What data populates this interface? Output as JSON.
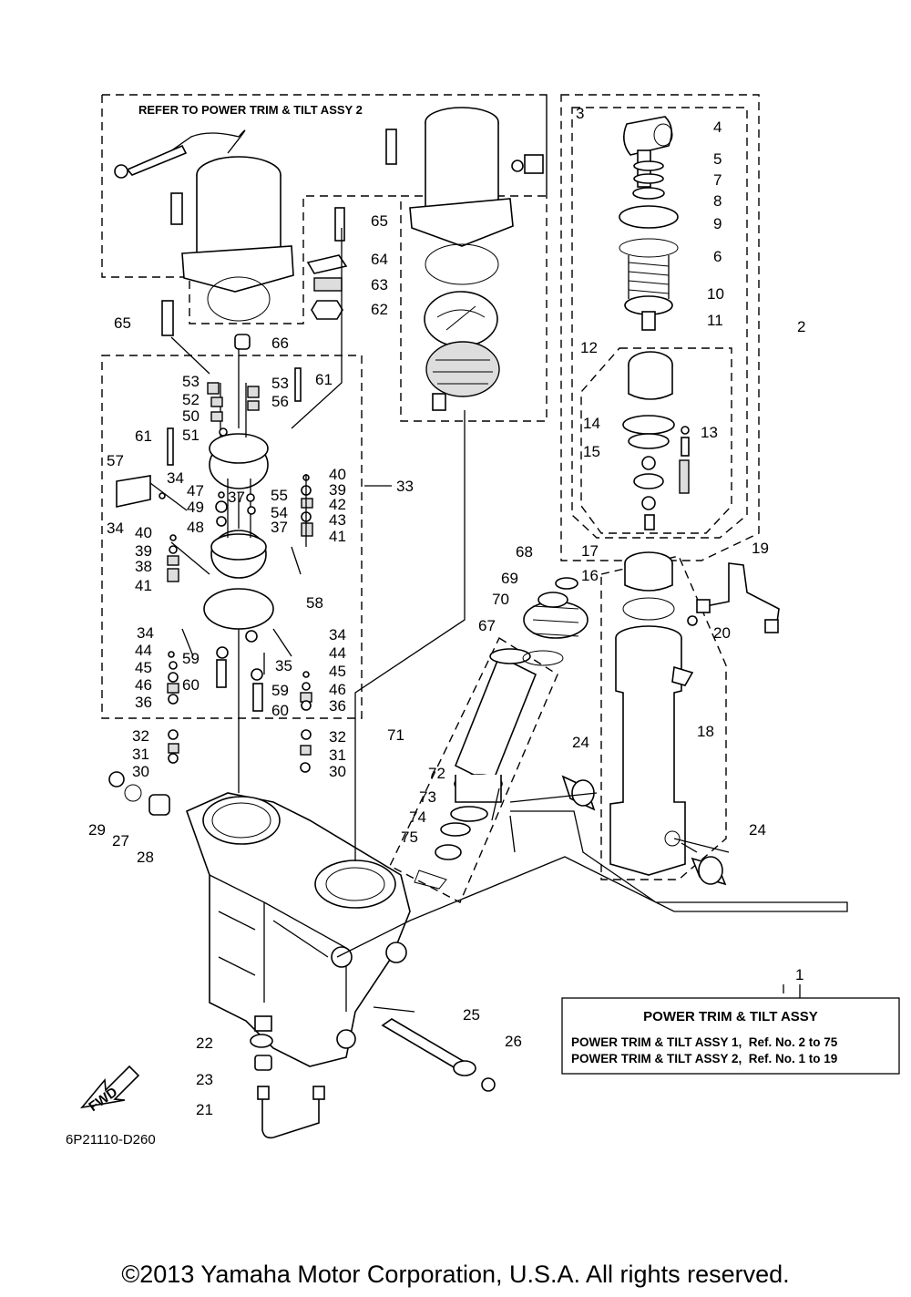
{
  "header_note": "REFER TO POWER TRIM & TILT ASSY 2",
  "diagram_code": "6P21110-D260",
  "fwd_label": "FWD",
  "copyright": "©2013 Yamaha Motor Corporation, U.S.A. All rights reserved.",
  "assembly_box": {
    "ref_number": "1",
    "title": "POWER TRIM & TILT ASSY",
    "lines": [
      "POWER TRIM & TILT ASSY 1,  Ref. No. 2 to 75",
      "POWER TRIM & TILT ASSY 2,  Ref. No. 1 to 19"
    ]
  },
  "callouts": [
    "2",
    "3",
    "4",
    "5",
    "6",
    "7",
    "8",
    "9",
    "10",
    "11",
    "12",
    "13",
    "14",
    "15",
    "16",
    "17",
    "18",
    "19",
    "20",
    "21",
    "22",
    "23",
    "24",
    "24",
    "25",
    "26",
    "27",
    "28",
    "29",
    "30",
    "30",
    "31",
    "31",
    "32",
    "32",
    "33",
    "34",
    "34",
    "34",
    "34",
    "35",
    "36",
    "36",
    "37",
    "37",
    "38",
    "39",
    "39",
    "40",
    "40",
    "41",
    "41",
    "42",
    "43",
    "44",
    "44",
    "45",
    "45",
    "46",
    "46",
    "47",
    "48",
    "49",
    "50",
    "51",
    "52",
    "53",
    "53",
    "54",
    "55",
    "56",
    "57",
    "58",
    "59",
    "59",
    "60",
    "60",
    "61",
    "61",
    "62",
    "63",
    "64",
    "65",
    "65",
    "66",
    "67",
    "68",
    "69",
    "70",
    "71",
    "72",
    "73",
    "74",
    "75"
  ],
  "colors": {
    "ink": "#000000",
    "paper": "#ffffff"
  }
}
